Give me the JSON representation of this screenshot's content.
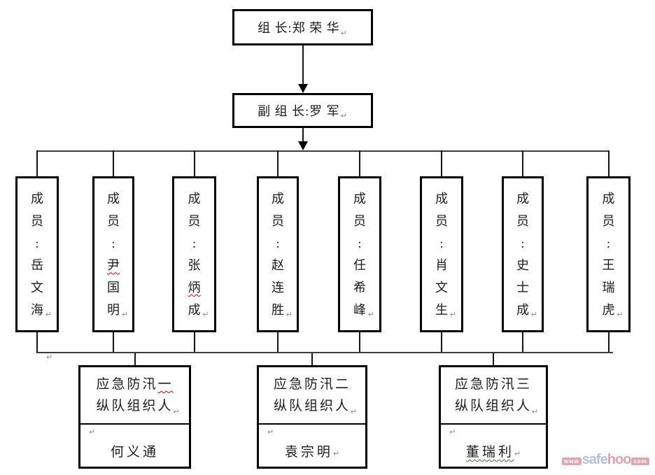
{
  "diagram": {
    "leader_label": "组 长:郑 荣 华",
    "deputy_label": "副 组 长:罗 军",
    "pilcrow": "↵",
    "members": [
      {
        "label": "成员:岳文海"
      },
      {
        "label": "成员:尹国明",
        "wavy_char": "尹"
      },
      {
        "label": "成员:张炳成",
        "wavy_char": "炳"
      },
      {
        "label": "成员:赵连胜"
      },
      {
        "label": "成员:任希峰"
      },
      {
        "label": "成员:肖文生"
      },
      {
        "label": "成员:史士成"
      },
      {
        "label": "成员:王瑞虎"
      }
    ],
    "teams": [
      {
        "title_lines": [
          "应急防汛一",
          "纵队组织人"
        ],
        "title_wavy_char": "一",
        "name": "何义通",
        "name_pilcrow": false,
        "name_wavy": false
      },
      {
        "title_lines": [
          "应急防汛二",
          "纵队组织人"
        ],
        "name": "袁宗明",
        "name_pilcrow": true,
        "name_wavy": false
      },
      {
        "title_lines": [
          "应急防汛三",
          "纵队组织人"
        ],
        "name": "董瑞利",
        "name_pilcrow": true,
        "name_wavy": true
      }
    ]
  },
  "watermark": {
    "www": "www",
    "safe": "safe",
    "hoo": "hoo",
    "com": "com"
  },
  "colors": {
    "box_border": "#000000",
    "connector_line": "#3d3d3d",
    "spellcheck_red": "#cc0000",
    "grammar_green": "#2e7d32",
    "paragraph_mark_gray": "#8a8a8a",
    "watermark_blue": "#a7b5d3",
    "watermark_pink": "#d7949f"
  }
}
